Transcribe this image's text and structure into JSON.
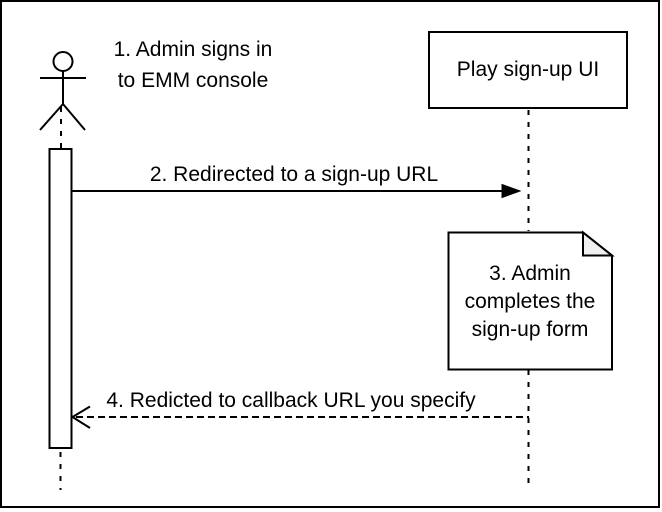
{
  "canvas": {
    "background": "#ffffff",
    "border_color": "#000000"
  },
  "colors": {
    "stroke": "#000000",
    "shape_fill": "#ffffff",
    "note_fold_fill": "#f0f0f0",
    "text": "#000000"
  },
  "participants": {
    "admin": {
      "icon": "actor-stick-figure"
    },
    "play_signup_ui": {
      "label": "Play sign-up UI"
    }
  },
  "steps": {
    "step1": {
      "line1": "1. Admin signs in",
      "line2": "to EMM console"
    },
    "step2": {
      "label": "2. Redirected to a sign-up URL",
      "arrow_style": "solid-filled-head"
    },
    "step3": {
      "line1": "3. Admin",
      "line2": "completes the",
      "line3": "sign-up form",
      "shape": "note-folded-corner"
    },
    "step4": {
      "label": "4. Redicted to callback URL you specify",
      "arrow_style": "dashed-open-head"
    }
  }
}
